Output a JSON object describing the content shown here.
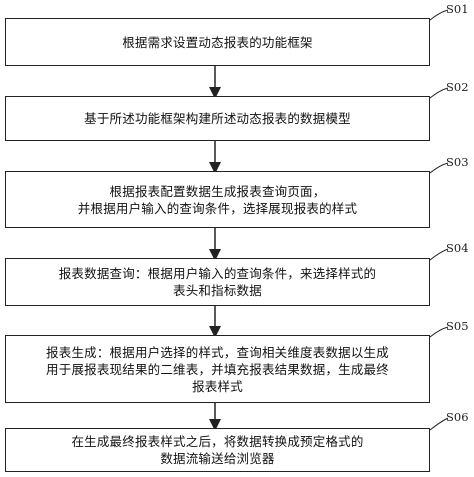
{
  "steps": [
    {
      "label": "S01",
      "text": "根据需求设置动态报表的功能框架"
    },
    {
      "label": "S02",
      "text": "基于所述功能框架构建所述动态报表的数据模型"
    },
    {
      "label": "S03",
      "text": "根据报表配置数据生成报表查询页面，\n并根据用户输入的查询条件，选择展现报表的样式"
    },
    {
      "label": "S04",
      "text": "报表数据查询：根据用户输入的查询条件，来选择样式的\n表头和指标数据"
    },
    {
      "label": "S05",
      "text": "报表生成：根据用户选择的样式，查询相关维度表数据以生成\n用于展报表现结果的二维表，并填充报表结果数据，生成最终\n报表样式"
    },
    {
      "label": "S06",
      "text": "在生成最终报表样式之后，将数据转换成预定格式的\n数据流输送给浏览器"
    }
  ]
}
